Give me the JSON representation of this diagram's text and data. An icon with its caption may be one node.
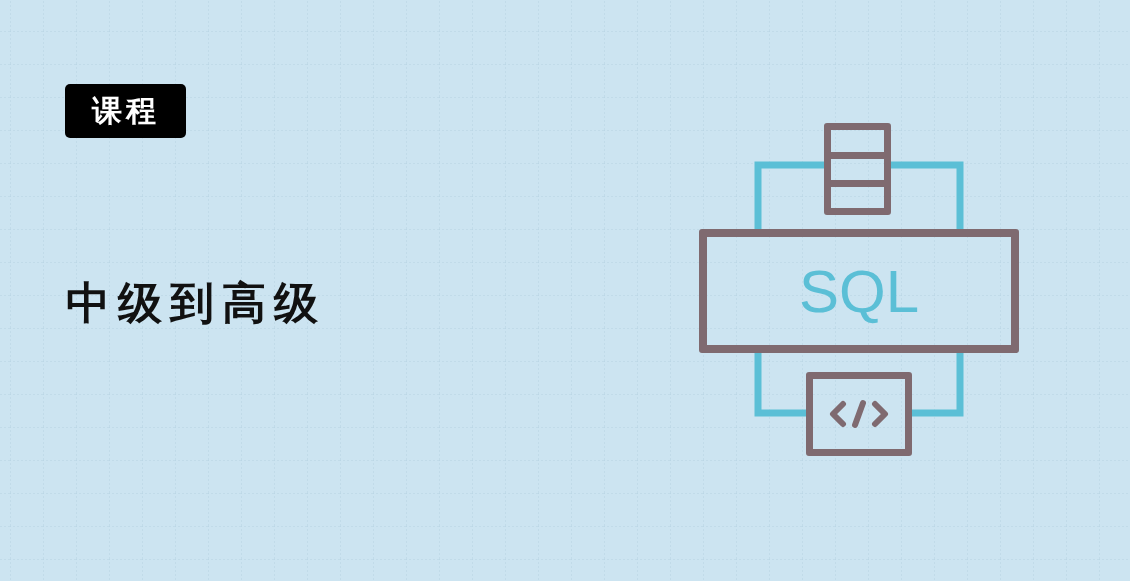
{
  "diagram": {
    "title": "中级到高级",
    "nodes": [
      {
        "text": [
          "课程"
        ]
      },
      {
        "text": [],
        "shape": "box"
      },
      {
        "text": [
          "SQL"
        ]
      },
      {
        "text": [],
        "shape": "box"
      }
    ],
    "edges": [
      {
        "from": 1,
        "to": 2,
        "arrow": "none"
      },
      {
        "from": 1,
        "to": 2,
        "arrow": "none"
      },
      {
        "from": 2,
        "to": 3,
        "arrow": "none"
      },
      {
        "from": 2,
        "to": 3,
        "arrow": "none"
      }
    ]
  }
}
